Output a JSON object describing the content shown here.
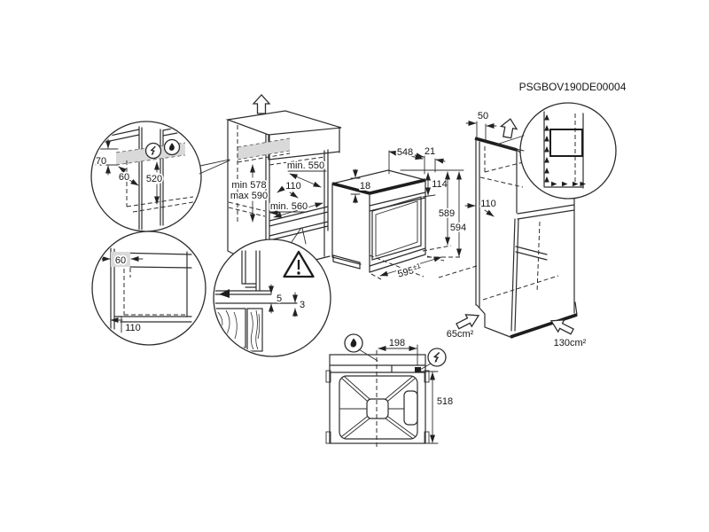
{
  "drawing": {
    "code": "PSGBOV190DE00004"
  },
  "colors": {
    "line": "#2d2d2d",
    "shade": "#d9d9d9",
    "paper": "#ffffff",
    "ink": "#161616"
  },
  "icons": {
    "electric": "lightning-circle",
    "gas": "flame-circle",
    "warning": "exclamation-triangle",
    "install_direction": "hollow-up-arrow",
    "airflow": "hollow-block-arrow"
  },
  "connection_detail": {
    "gap_70": "70",
    "offset_60": "60",
    "zone_520": "520"
  },
  "clearance_detail": {
    "offset_60": "60",
    "zone_110": "110"
  },
  "gap_detail": {
    "gap_5": "5",
    "gap_3": "3"
  },
  "niche": {
    "width_min": "min. 550",
    "rear_zone": "110",
    "depth_min": "min. 560",
    "height_min": "min 578",
    "height_max": "max 590"
  },
  "oven": {
    "depth_548": "548",
    "gap_21": "21",
    "trim_18": "18",
    "front_height_114": "114",
    "height_589": "589",
    "height_594": "594",
    "width_595": "595",
    "width_tolerance": "±1"
  },
  "column_cabinet": {
    "top_gap_50": "50",
    "rear_zone_110": "110",
    "vent_65": "65cm²",
    "vent_130": "130cm²"
  },
  "underside": {
    "offset_198": "198",
    "depth_518": "518"
  }
}
